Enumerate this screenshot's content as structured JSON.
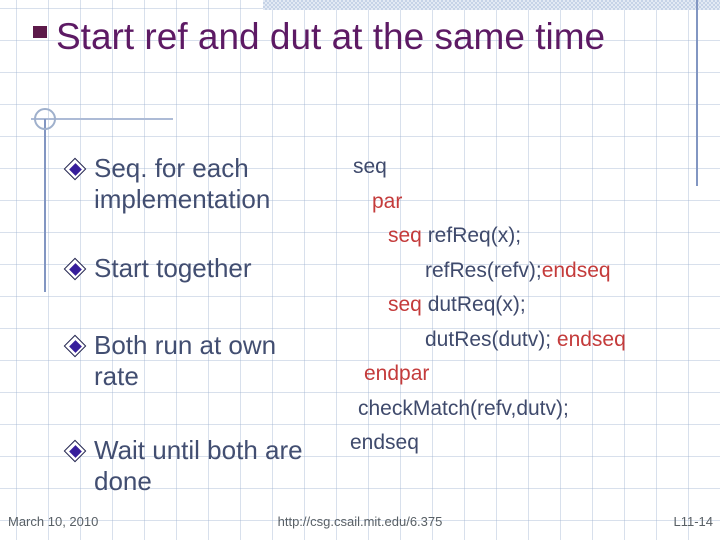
{
  "slide": {
    "title": "Start ref and dut at the same time",
    "bullets": [
      {
        "label": "Seq. for each implementation"
      },
      {
        "label": "Start together"
      },
      {
        "label": "Both run at own rate"
      },
      {
        "label": "Wait until both are done"
      }
    ],
    "code": {
      "lines": [
        {
          "segs": [
            {
              "text": "seq",
              "color": "navy"
            }
          ]
        },
        {
          "segs": [
            {
              "text": "par",
              "color": "red"
            }
          ]
        },
        {
          "segs": [
            {
              "text": "seq",
              "color": "red"
            },
            {
              "text": " refReq(x);",
              "color": "navy"
            }
          ]
        },
        {
          "segs": [
            {
              "text": "refRes(refv);",
              "color": "navy"
            },
            {
              "text": "endseq",
              "color": "red"
            }
          ]
        },
        {
          "segs": [
            {
              "text": "seq",
              "color": "red"
            },
            {
              "text": " dutReq(x);",
              "color": "navy"
            }
          ]
        },
        {
          "segs": [
            {
              "text": "dutRes(dutv); ",
              "color": "navy"
            },
            {
              "text": "endseq",
              "color": "red"
            }
          ]
        },
        {
          "segs": [
            {
              "text": "endpar",
              "color": "red"
            }
          ]
        },
        {
          "segs": [
            {
              "text": "checkMatch(refv,dutv);",
              "color": "navy"
            }
          ]
        },
        {
          "segs": [
            {
              "text": "endseq",
              "color": "navy"
            }
          ]
        }
      ]
    },
    "footer": {
      "date": "March 10, 2010",
      "url": "http://csg.csail.mit.edu/6.375",
      "page": "L11-14"
    },
    "colors": {
      "title_purple": "#5d1a64",
      "body_navy": "#424e71",
      "code_navy": "#3f4a6c",
      "code_red": "#c43b3b",
      "bullet_diamond_fill": "#371e9b",
      "accent_band_blue": "#c6d3e7",
      "accent_line_blue": "#8296c2",
      "footer_gray": "#596066"
    }
  }
}
